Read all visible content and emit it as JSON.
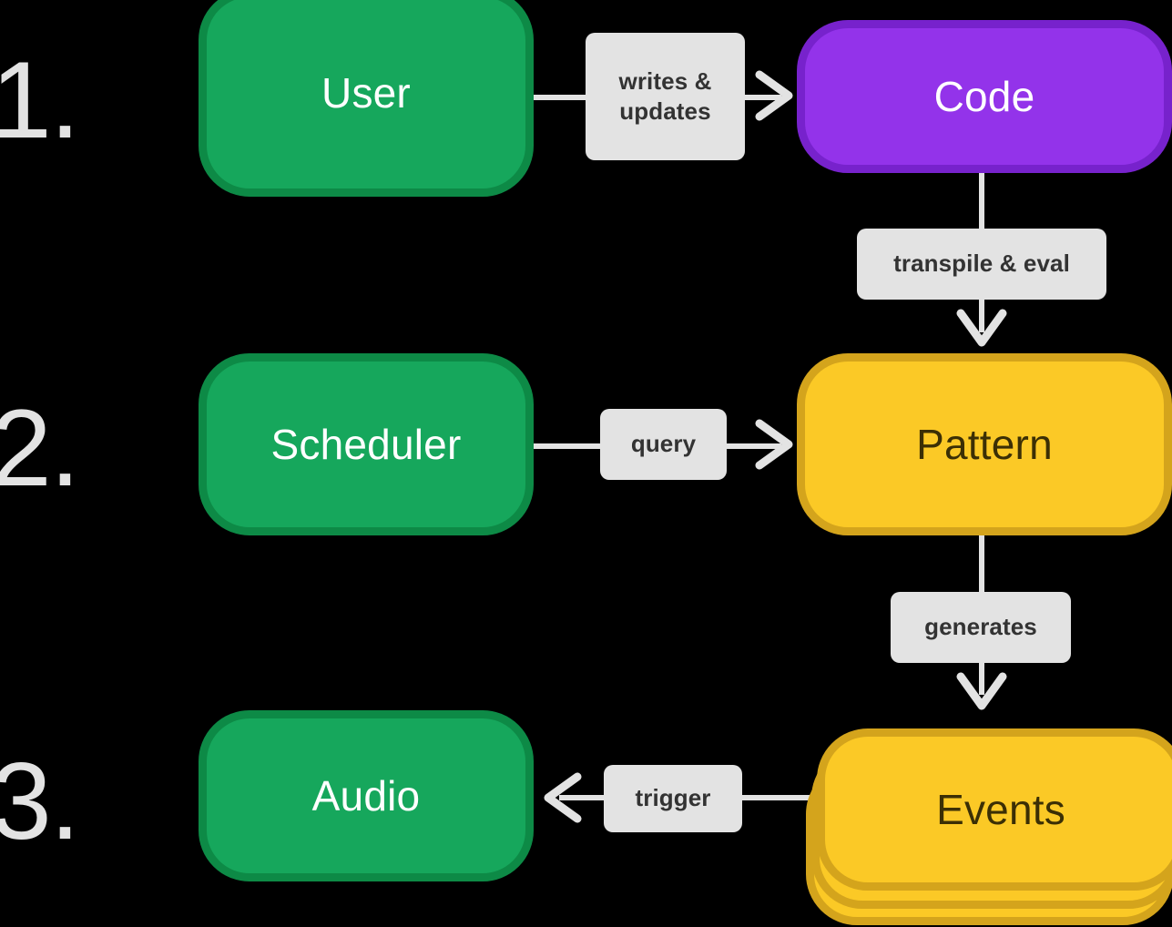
{
  "diagram": {
    "type": "flowchart",
    "background_color": "#000000",
    "steps": [
      {
        "label": "1."
      },
      {
        "label": "2."
      },
      {
        "label": "3."
      }
    ],
    "nodes": [
      {
        "id": "user",
        "label": "User",
        "color": "#16A75C",
        "border_color": "#0D8A46",
        "text_color": "#FFFFFF",
        "shape": "rounded-rect"
      },
      {
        "id": "code",
        "label": "Code",
        "color": "#9333EA",
        "border_color": "#7722CC",
        "text_color": "#FFFFFF",
        "shape": "rounded-rect"
      },
      {
        "id": "scheduler",
        "label": "Scheduler",
        "color": "#16A75C",
        "border_color": "#0D8A46",
        "text_color": "#FFFFFF",
        "shape": "rounded-rect"
      },
      {
        "id": "pattern",
        "label": "Pattern",
        "color": "#FBC926",
        "border_color": "#D4A41C",
        "text_color": "#3B2F05",
        "shape": "rounded-rect"
      },
      {
        "id": "audio",
        "label": "Audio",
        "color": "#16A75C",
        "border_color": "#0D8A46",
        "text_color": "#FFFFFF",
        "shape": "rounded-rect"
      },
      {
        "id": "events",
        "label": "Events",
        "color": "#FBC926",
        "border_color": "#D4A41C",
        "text_color": "#3B2F05",
        "shape": "stacked-rect"
      }
    ],
    "edges": [
      {
        "id": "user-code",
        "from": "user",
        "to": "code",
        "label": "writes &\nupdates",
        "direction": "right"
      },
      {
        "id": "code-pattern",
        "from": "code",
        "to": "pattern",
        "label": "transpile & eval",
        "direction": "down"
      },
      {
        "id": "scheduler-pattern",
        "from": "scheduler",
        "to": "pattern",
        "label": "query",
        "direction": "right"
      },
      {
        "id": "pattern-events",
        "from": "pattern",
        "to": "events",
        "label": "generates",
        "direction": "down"
      },
      {
        "id": "events-audio",
        "from": "events",
        "to": "audio",
        "label": "trigger",
        "direction": "left"
      }
    ],
    "label_style": {
      "background": "#E3E3E3",
      "text_color": "#333333"
    },
    "connector_color": "#E3E3E3"
  }
}
